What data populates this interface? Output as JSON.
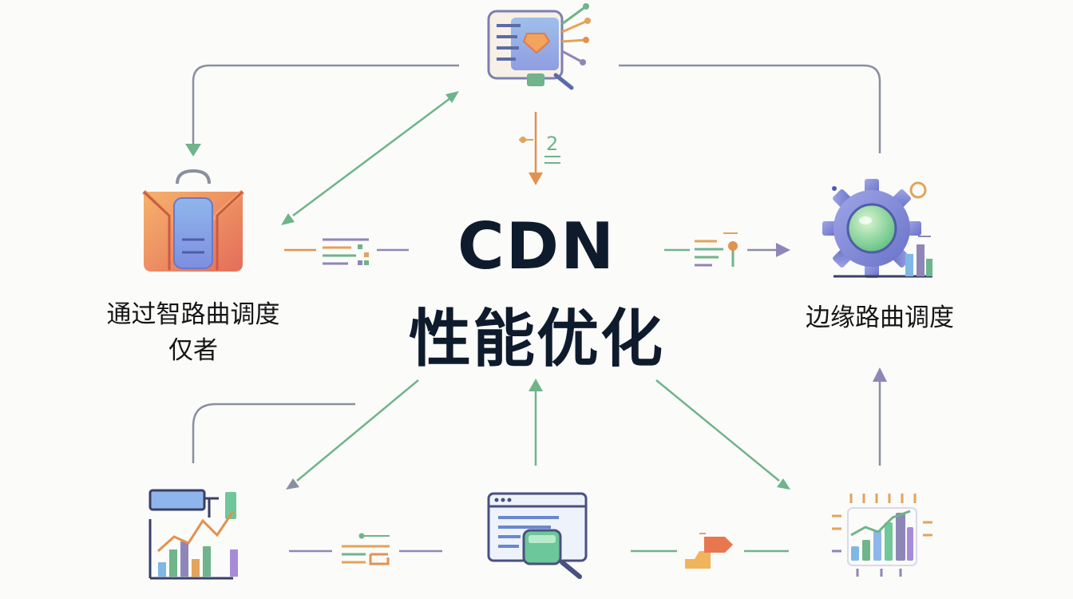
{
  "title": {
    "line1": "CDN",
    "line2": "性能优化"
  },
  "nodes": {
    "left": {
      "line1": "通过智路曲调度",
      "line2": "仅者",
      "icon": "package-icon"
    },
    "right": {
      "label": "边缘路曲调度",
      "icon": "gear-chart-icon"
    },
    "top": {
      "icon": "network-notebook-icon"
    },
    "bottom_left": {
      "icon": "dashboard-chart-icon"
    },
    "bottom_center": {
      "icon": "browser-search-icon"
    },
    "bottom_right": {
      "icon": "chip-chart-icon"
    }
  },
  "connectors": {
    "top_step_number": "2"
  },
  "colors": {
    "title": "#0e1b2c",
    "text": "#151515",
    "arrow_green": "#6fb48a",
    "arrow_purple": "#8f86b8",
    "arrow_orange": "#e3914f",
    "line_gray": "#8a8fa0"
  }
}
